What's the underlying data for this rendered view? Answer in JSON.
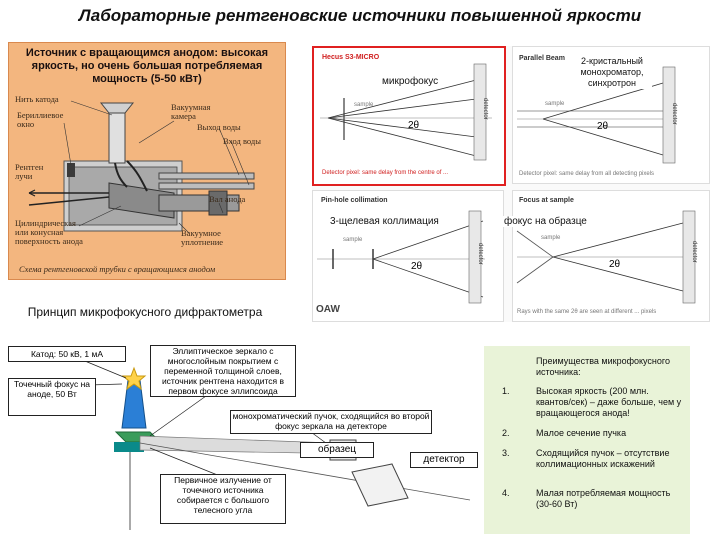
{
  "title": "Лабораторные рентгеновские источники повышенной яркости",
  "tube": {
    "title": "Источник с вращающимся анодом: высокая яркость, но очень большая потребляемая мощность (5-50 кВт)",
    "labels": {
      "filament": "Нить катода",
      "beryllium": "Бериллиевое окно",
      "vacuum_chamber": "Вакуумная камера",
      "water_out": "Выход воды",
      "water_in": "Вход воды",
      "xray": "Рентген лучи",
      "shaft": "Вал анода",
      "cylinder": "Цилиндрическая или конусная поверхность анода",
      "seal": "Вакуумное уплотнение",
      "caption": "Схема рентгеновской трубки с вращающимся анодом"
    }
  },
  "figure": {
    "microfocus": "микрофокус",
    "crystal": "2-кристальный монохроматор, синхротрон",
    "slit": "3-щелевая коллимация",
    "focus_sample": "фокус на образце",
    "p1_head": "Hecus S3-MICRO",
    "p2_head": "Parallel Beam",
    "p3_head": "Pin-hole collimation",
    "p4_head": "Focus at sample",
    "detector": "detector",
    "sample": "sample",
    "two_theta": "2θ",
    "p1_foot": "Detector pixel: same delay from the centre of ...",
    "p2_foot": "Detector pixel: same delay from all detecting pixels",
    "p4_foot": "Rays with the same 2θ are seen at different ... pixels",
    "logo": "OAW"
  },
  "principle": {
    "title": "Принцип микрофокусного дифрактометра",
    "cathode": "Катод: 50 кВ, 1 мА",
    "point_focus": "Точечный фокус на аноде, 50 Вт",
    "mirror": "Эллиптическое зеркало с многослойным покрытием с переменной толщиной слоев, источник рентгена находится в первом фокусе эллипсоида",
    "mono_beam": "монохроматический пучок, сходящийся во второй фокус зеркала на детекторе",
    "sample": "образец",
    "detector": "детектор",
    "primary": "Первичное излучение от точечного источника собирается с большого телесного угла"
  },
  "advantages": {
    "title": "Преимущества микрофокусного источника:",
    "items": [
      {
        "num": "1.",
        "text": "Высокая яркость (200 млн. квантов/сек) – даже больше, чем у вращающегося анода!"
      },
      {
        "num": "2.",
        "text": "Малое сечение пучка"
      },
      {
        "num": "3.",
        "text": "Сходящийся пучок – отсутствие коллимационных искажений"
      },
      {
        "num": "4.",
        "text": "Малая потребляемая мощность (30-60 Вт)"
      }
    ]
  },
  "colors": {
    "tube_bg": "#f3b67f",
    "adv_bg": "#e9f3d8",
    "highlight": "#e02020"
  }
}
